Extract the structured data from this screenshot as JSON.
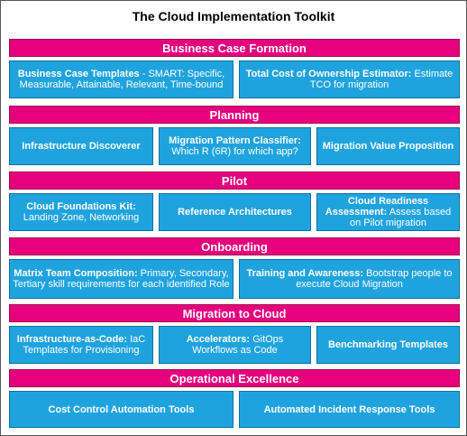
{
  "title": "The Cloud Implementation Toolkit",
  "colors": {
    "section_bar": "#e6007e",
    "tool_box": "#1fa3df",
    "text": "#ffffff"
  },
  "sections": [
    {
      "label": "Business Case Formation",
      "items": [
        {
          "bold": "Business Case Templates",
          "rest": " - SMART: Specific, Measurable, Attainable, Relevant, Time-bound"
        },
        {
          "bold": "Total Cost of Ownership Estimator:",
          "rest": " Estimate TCO for migration"
        }
      ]
    },
    {
      "label": "Planning",
      "items": [
        {
          "bold": "Infrastructure Discoverer",
          "rest": ""
        },
        {
          "bold": "Migration Pattern Classifier:",
          "rest": " Which R (6R) for which app?"
        },
        {
          "bold": "Migration Value Proposition",
          "rest": ""
        }
      ]
    },
    {
      "label": "Pilot",
      "items": [
        {
          "bold": "Cloud Foundations Kit:",
          "rest": " Landing Zone, Networking"
        },
        {
          "bold": "Reference Architectures",
          "rest": ""
        },
        {
          "bold": "Cloud Readiness Assessment:",
          "rest": " Assess based on Pilot migration"
        }
      ]
    },
    {
      "label": "Onboarding",
      "items": [
        {
          "bold": "Matrix Team Composition:",
          "rest": " Primary, Secondary, Tertiary skill requirements for each identified Role"
        },
        {
          "bold": "Training and Awareness:",
          "rest": " Bootstrap people to execute Cloud Migration"
        }
      ]
    },
    {
      "label": "Migration to Cloud",
      "items": [
        {
          "bold": "Infrastructure-as-Code:",
          "rest": " IaC Templates for Provisioning"
        },
        {
          "bold": "Accelerators:",
          "rest": " GitOps Workflows as Code"
        },
        {
          "bold": "Benchmarking Templates",
          "rest": ""
        }
      ]
    },
    {
      "label": "Operational Excellence",
      "items": [
        {
          "bold": "Cost Control Automation Tools",
          "rest": ""
        },
        {
          "bold": "Automated Incident Response Tools",
          "rest": ""
        }
      ]
    }
  ]
}
